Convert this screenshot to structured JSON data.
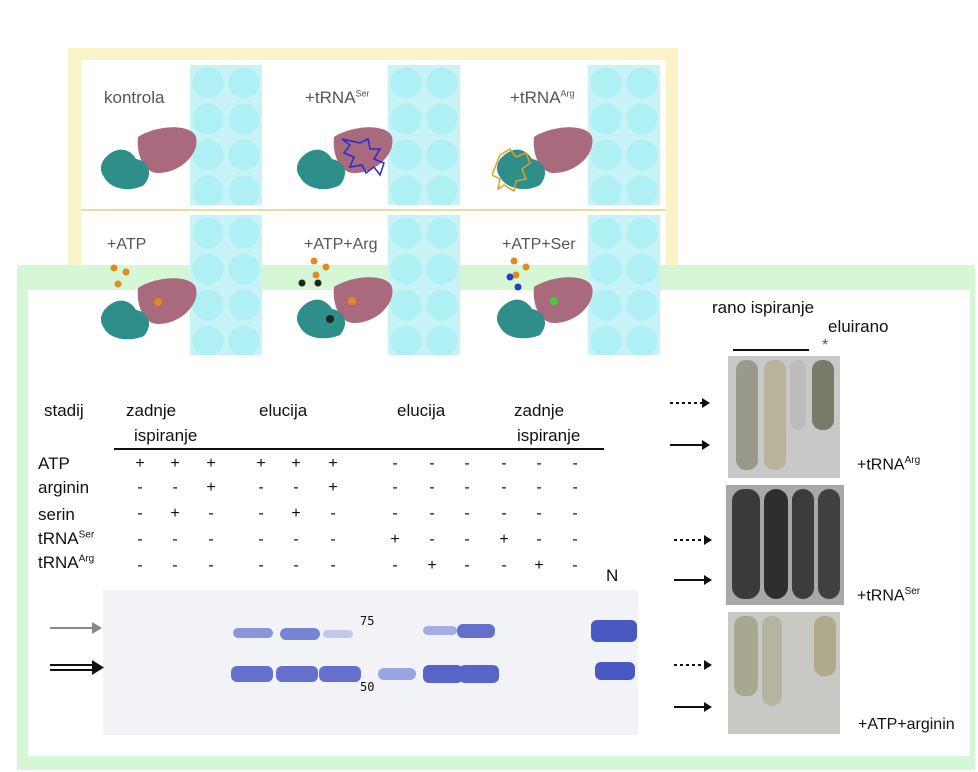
{
  "top_panel": {
    "cells": [
      {
        "label": "kontrola"
      },
      {
        "label": "+tRNA",
        "sup": "Ser"
      },
      {
        "label": "+tRNA",
        "sup": "Arg"
      },
      {
        "label": "+ATP"
      },
      {
        "label": "+ATP+Arg"
      },
      {
        "label": "+ATP+Ser"
      }
    ]
  },
  "table": {
    "stage_label": "stadij",
    "headers": [
      {
        "line1": "zadnje",
        "line2": "ispiranje"
      },
      {
        "line1": "elucija"
      },
      {
        "line1": "elucija"
      },
      {
        "line1": "zadnje",
        "line2": "ispiranje"
      }
    ],
    "rows": [
      {
        "label": "ATP",
        "sup": "",
        "values": [
          "+",
          "+",
          "+",
          "+",
          "+",
          "+",
          "-",
          "-",
          "-",
          "-",
          "-",
          "-"
        ]
      },
      {
        "label": "arginin",
        "sup": "",
        "values": [
          "-",
          "-",
          "+",
          "-",
          "-",
          "+",
          "-",
          "-",
          "-",
          "-",
          "-",
          "-"
        ]
      },
      {
        "label": "serin",
        "sup": "",
        "values": [
          "-",
          "+",
          "-",
          "-",
          "+",
          "-",
          "-",
          "-",
          "-",
          "-",
          "-",
          "-"
        ]
      },
      {
        "label": "tRNA",
        "sup": "Ser",
        "values": [
          "-",
          "-",
          "-",
          "-",
          "-",
          "-",
          "+",
          "-",
          "-",
          "+",
          "-",
          "-"
        ]
      },
      {
        "label": "tRNA",
        "sup": "Arg",
        "values": [
          "-",
          "-",
          "-",
          "-",
          "-",
          "-",
          "-",
          "+",
          "-",
          "-",
          "+",
          "-"
        ]
      }
    ],
    "n_label": "N",
    "markers": [
      "75",
      "50"
    ]
  },
  "right_panel": {
    "title1": "rano ispiranje",
    "title2": "eluirano",
    "asterisk": "*",
    "gel_labels": [
      {
        "label": "+tRNA",
        "sup": "Arg"
      },
      {
        "label": "+tRNA",
        "sup": "Ser"
      },
      {
        "label": "+ATP+arginin",
        "sup": ""
      }
    ]
  },
  "colors": {
    "top_border": "#fbf3c8",
    "bottom_border": "#d6f7d6",
    "bead": "#aef0f4",
    "protein_teal": "#2e8f8a",
    "protein_mauve": "#a86a7c",
    "band_blue": "#5561c8"
  }
}
